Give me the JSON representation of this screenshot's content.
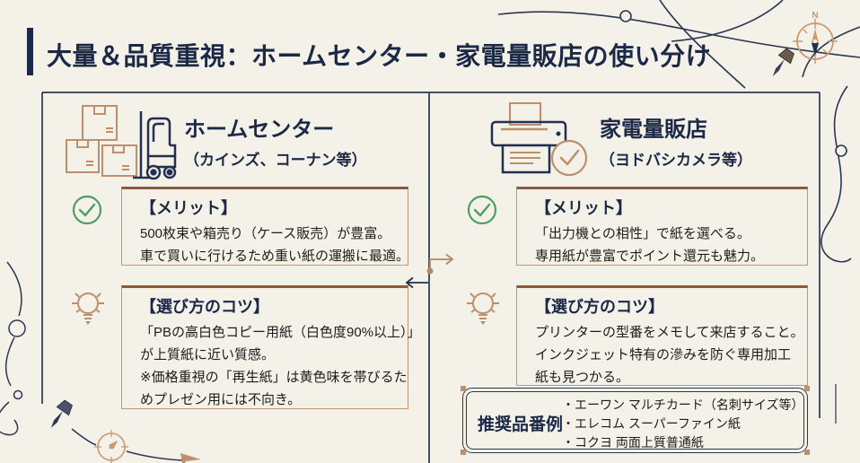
{
  "page": {
    "title": "大量＆品質重視：ホームセンター・家電量販店の使い分け",
    "background_color": "#f4f1e8",
    "accent_navy": "#1b2947",
    "accent_tan": "#bd8f6d",
    "accent_green": "#4e9d62"
  },
  "decorations": {
    "compass_label": "N"
  },
  "columns": [
    {
      "title": "ホームセンター",
      "subtitle": "（カインズ、コーナン等）",
      "merit": {
        "heading": "【メリット】",
        "lines": [
          "500枚束や箱売り（ケース販売）が豊富。",
          "車で買いに行けるため重い紙の運搬に最適。"
        ]
      },
      "tips": {
        "heading": "【選び方のコツ】",
        "lines": [
          "「PBの高白色コピー用紙（白色度90%以上）」",
          "が上質紙に近い質感。",
          "※価格重視の「再生紙」は黄色味を帯びるた",
          "めプレゼン用には不向き。"
        ]
      }
    },
    {
      "title": "家電量販店",
      "subtitle": "（ヨドバシカメラ等）",
      "merit": {
        "heading": "【メリット】",
        "lines": [
          "「出力機との相性」で紙を選べる。",
          "専用紙が豊富でポイント還元も魅力。"
        ]
      },
      "tips": {
        "heading": "【選び方のコツ】",
        "lines": [
          "プリンターの型番をメモして来店すること。",
          "インクジェット特有の滲みを防ぐ専用加工",
          "紙も見つかる。"
        ]
      },
      "recommended": {
        "label": "推奨品番例",
        "items": [
          "・エーワン マルチカード（名刺サイズ等）",
          "・エレコム スーパーファイン紙",
          "・コクヨ 両面上質普通紙"
        ]
      }
    }
  ]
}
